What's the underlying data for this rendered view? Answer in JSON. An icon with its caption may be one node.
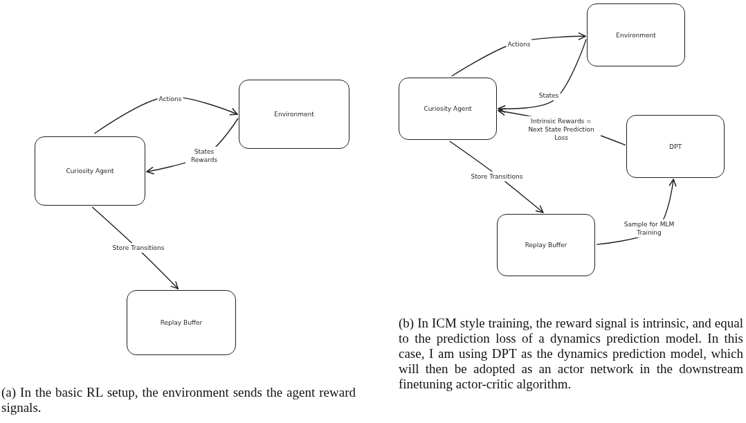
{
  "diagram": {
    "nodes": [
      {
        "text": [
          "Curiosity Agent"
        ]
      },
      {
        "text": [
          "Environment"
        ]
      },
      {
        "text": [
          "Replay Buffer"
        ]
      },
      {
        "text": [
          "Curiosity Agent"
        ]
      },
      {
        "text": [
          "Environment"
        ]
      },
      {
        "text": [
          "DPT"
        ]
      },
      {
        "text": [
          "Replay Buffer"
        ]
      }
    ],
    "edges": [
      {
        "from": 0,
        "to": 1,
        "arrow": "to",
        "label": "Actions"
      },
      {
        "from": 1,
        "to": 0,
        "arrow": "to",
        "label": "States Rewards"
      },
      {
        "from": 0,
        "to": 2,
        "arrow": "to",
        "label": "Store Transitions"
      },
      {
        "from": 3,
        "to": 4,
        "arrow": "to",
        "label": "Actions"
      },
      {
        "from": 4,
        "to": 3,
        "arrow": "to",
        "label": "States"
      },
      {
        "from": 5,
        "to": 3,
        "arrow": "to",
        "label": "Intrinsic Rewards = Next State Prediction Loss"
      },
      {
        "from": 3,
        "to": 6,
        "arrow": "to",
        "label": "Store Transitions"
      },
      {
        "from": 6,
        "to": 5,
        "arrow": "to",
        "label": "Sample for MLM Training"
      }
    ],
    "labels": [
      "(a) In the basic RL setup, the environment sends the agent reward signals.",
      "(b) In ICM style training, the reward signal is intrinsic, and equal to the prediction loss of a dynamics prediction model. In this case, I am using DPT as the dynamics prediction model, which will then be adopted as an actor network in the downstream finetuning actor-critic algorithm."
    ]
  }
}
